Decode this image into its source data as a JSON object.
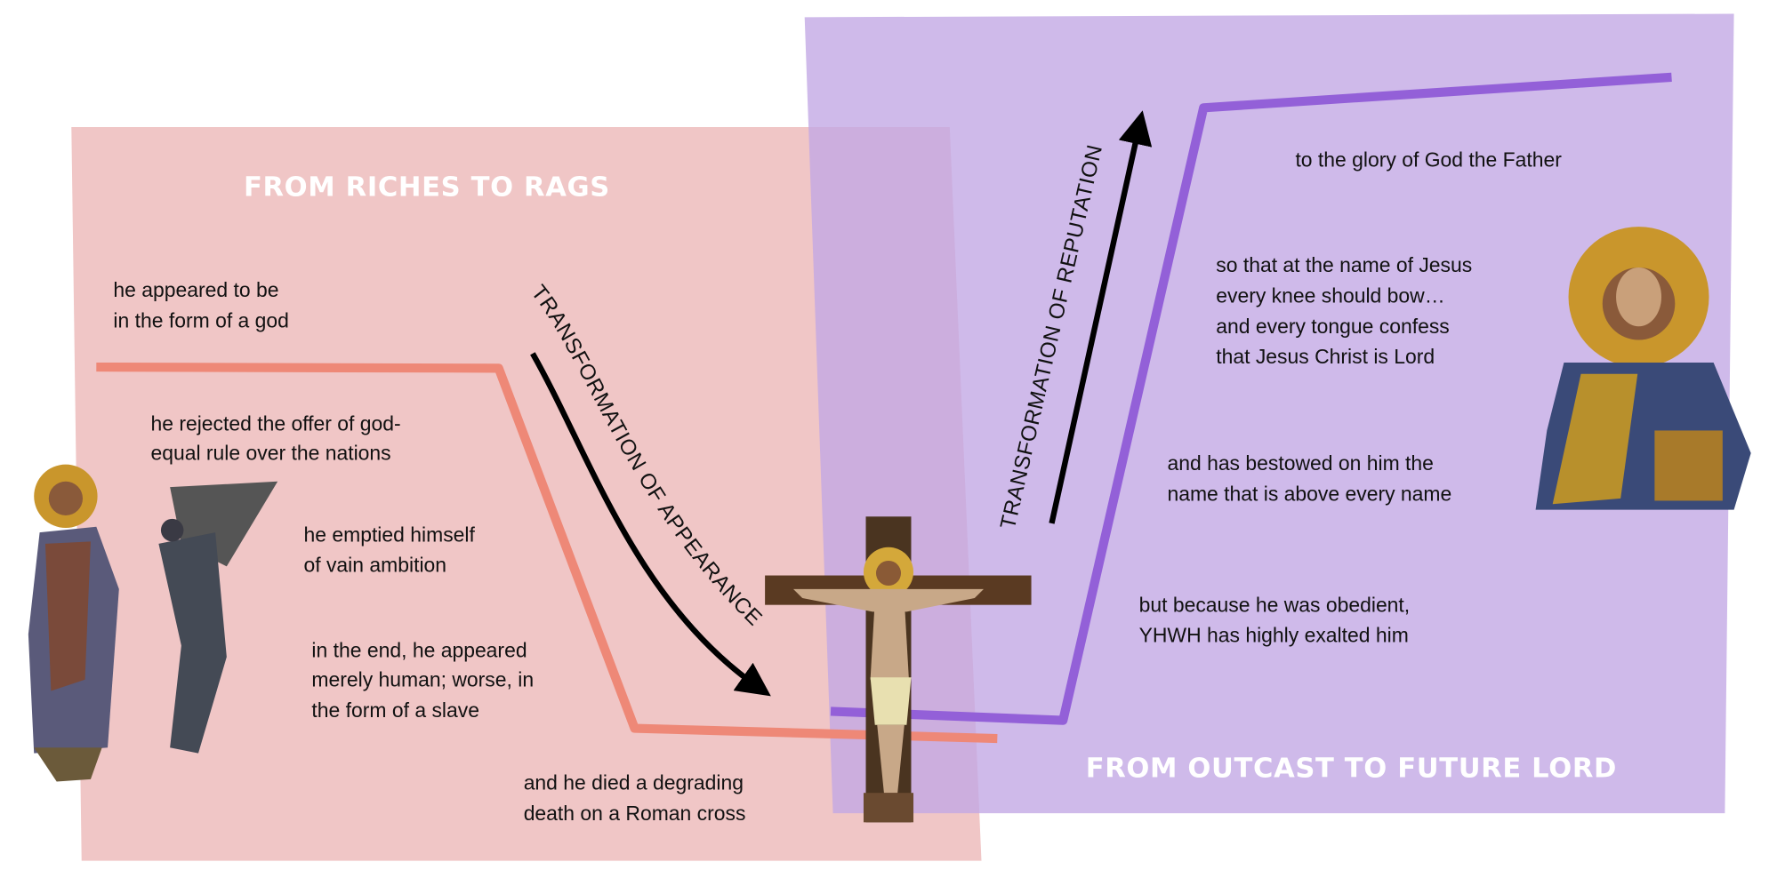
{
  "left_panel": {
    "title": "FROM RICHES TO RAGS",
    "steps": [
      [
        "he appeared to be",
        "in the form of a god"
      ],
      [
        "he rejected the offer of god-",
        "equal rule over the nations"
      ],
      [
        "he emptied himself",
        "of vain ambition"
      ],
      [
        "in the end, he appeared",
        "merely human; worse, in",
        "the form of a slave"
      ],
      [
        "and he died a degrading",
        "death on a Roman cross"
      ]
    ],
    "arrow_label": "TRANSFORMATION OF APPEARANCE"
  },
  "right_panel": {
    "title": "FROM OUTCAST TO FUTURE LORD",
    "steps": [
      [
        "to the glory of God the Father"
      ],
      [
        "so that at the name of Jesus",
        "every knee should bow…",
        "and every tongue confess",
        "that Jesus Christ is Lord"
      ],
      [
        "and has bestowed on him the",
        "name that is above every name"
      ],
      [
        "but because he was obedient,",
        "YHWH has highly exalted him"
      ]
    ],
    "arrow_label": "TRANSFORMATION OF REPUTATION"
  },
  "colors": {
    "pink_panel": "#f0c6c6",
    "purple_panel": "#cdbbe9",
    "pink_line": "#ee8877",
    "purple_line": "#9360d8"
  }
}
